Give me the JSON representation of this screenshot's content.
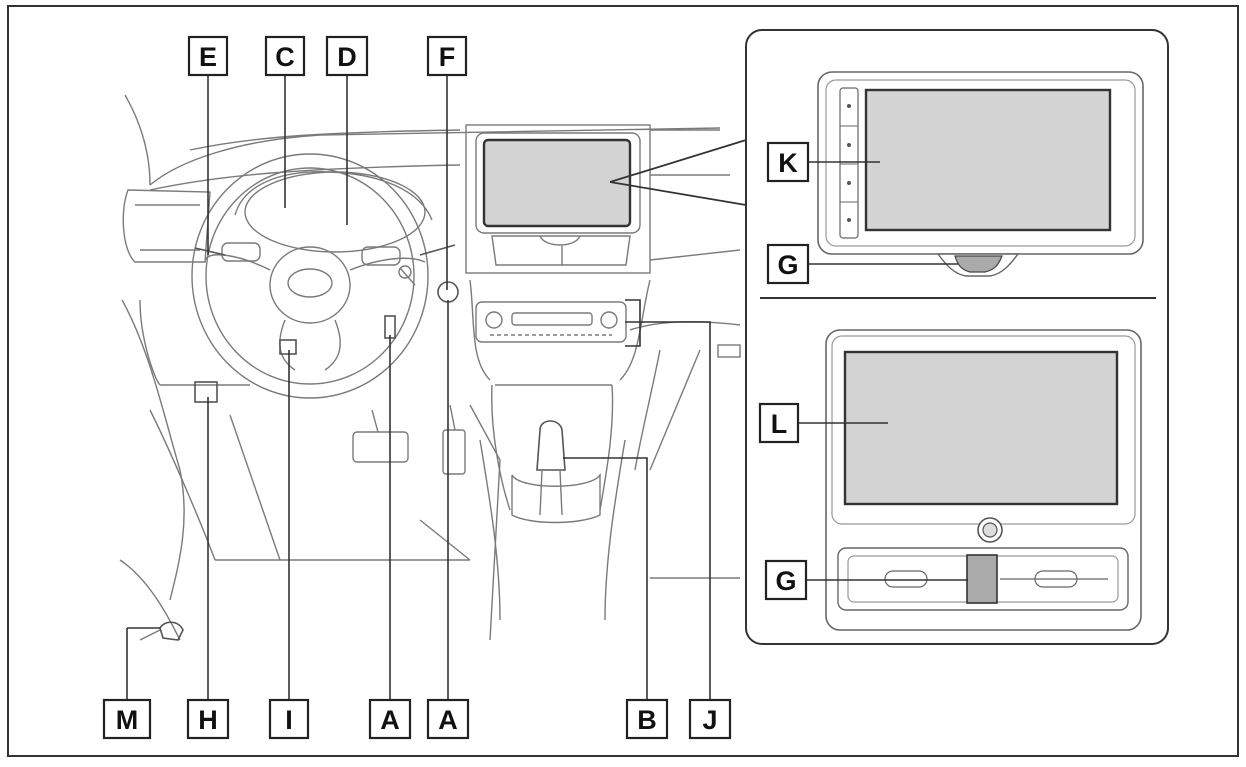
{
  "labels": {
    "e": "E",
    "c": "C",
    "d": "D",
    "f": "F",
    "k": "K",
    "g_top": "G",
    "l": "L",
    "g_bottom": "G",
    "m": "M",
    "h": "H",
    "i": "I",
    "a_left": "A",
    "a_right": "A",
    "b": "B",
    "j": "J"
  },
  "colors": {
    "screen_fill": "#d3d3d3",
    "line_art": "#7a7a7a",
    "label_border": "#222222",
    "background": "#ffffff"
  }
}
